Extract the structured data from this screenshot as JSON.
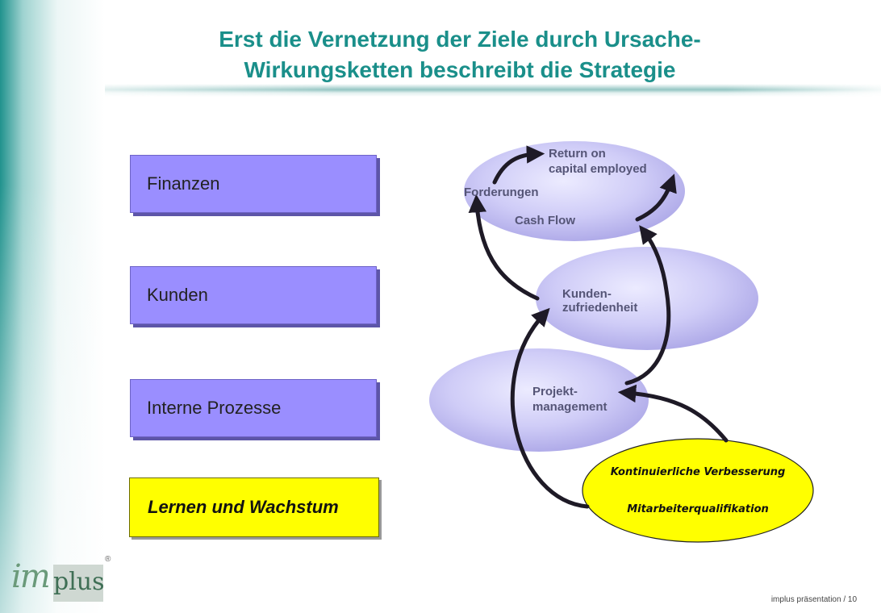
{
  "title": {
    "line1": "Erst die Vernetzung der Ziele durch Ursache-",
    "line2": "Wirkungsketten beschreibt die Strategie"
  },
  "perspectives": [
    {
      "label": "Finanzen"
    },
    {
      "label": "Kunden"
    },
    {
      "label": "Interne Prozesse"
    },
    {
      "label": "Lernen und Wachstum"
    }
  ],
  "nodes": {
    "roce_line1": "Return on",
    "roce_line2": "capital employed",
    "forderungen": "Forderungen",
    "cashflow": "Cash Flow",
    "kunden_line1": "Kunden-",
    "kunden_line2": "zufriedenheit",
    "projekt_line1": "Projekt-",
    "projekt_line2": "management",
    "kv": "Kontinuierliche Verbesserung",
    "mq": "Mitarbeiterqualifikation"
  },
  "colors": {
    "title": "#1a8f8a",
    "perspective_box": "#9a8eff",
    "learning_box": "#ffff00",
    "ellipse": "#c9c6f5",
    "arrow": "#1e1a26"
  },
  "logo": {
    "script": "im",
    "plus": "plus",
    "reg": "®"
  },
  "footer": "implus präsentation / 10"
}
